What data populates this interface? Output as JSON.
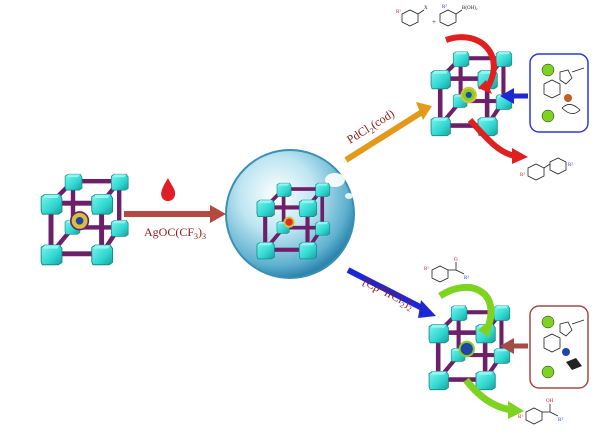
{
  "reagents": {
    "silver": {
      "main": "AgOC(CF",
      "sub1": "3",
      "mid": ")",
      "sub2": "3"
    },
    "palladium": {
      "main": "PdCl",
      "sub1": "2",
      "mid": "(cod)"
    },
    "iridium": {
      "pre": "[Cp*IrCl",
      "sub1": "2",
      "mid": "]",
      "sub2": "2"
    }
  },
  "colors": {
    "cube_node": "#2fd6d0",
    "cube_edge": "#6e1f6a",
    "arrow_silver": "#b5483f",
    "arrow_pd": "#e39a1a",
    "arrow_ir": "#1e27d6",
    "cycle_red": "#e02020",
    "cycle_green": "#7ed321",
    "box_pd": "#2a3ad6",
    "box_ir": "#a64a45"
  }
}
